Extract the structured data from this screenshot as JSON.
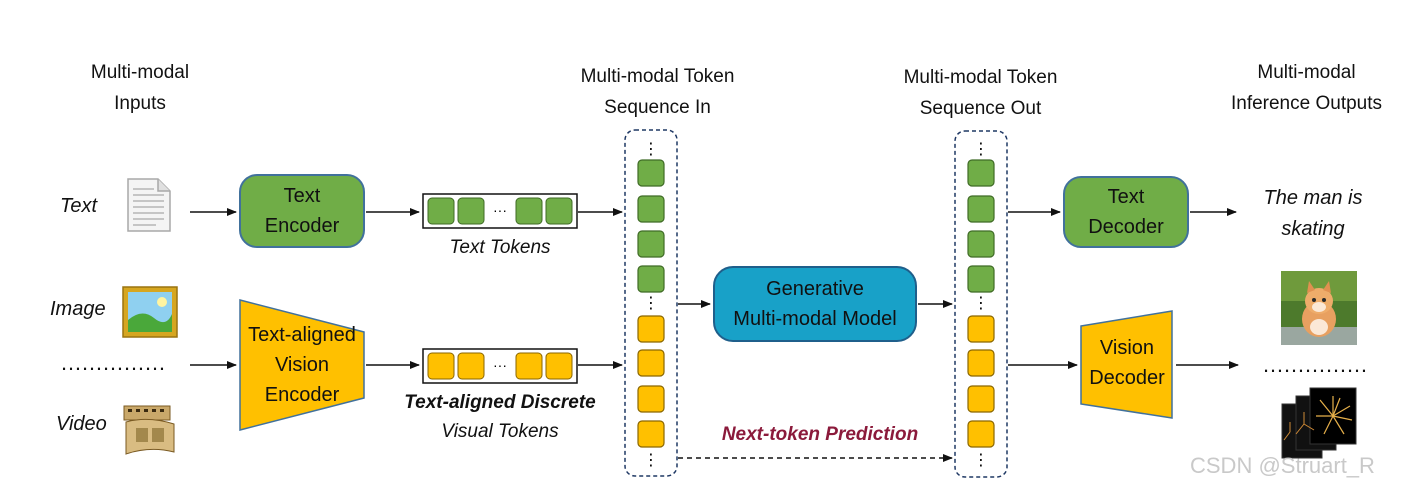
{
  "columns": {
    "inputs": [
      "Multi-modal",
      "Inputs"
    ],
    "seq_in": [
      "Multi-modal Token",
      "Sequence In"
    ],
    "seq_out": [
      "Multi-modal Token",
      "Sequence Out"
    ],
    "outputs": [
      "Multi-modal",
      "Inference Outputs"
    ]
  },
  "input_labels": {
    "text": "Text",
    "image": "Image",
    "dots": "……………",
    "video": "Video"
  },
  "encoders": {
    "text": [
      "Text",
      "Encoder"
    ],
    "vision": [
      "Text-aligned",
      "Vision",
      "Encoder"
    ]
  },
  "token_strips": {
    "ellipsis": "···",
    "text_caption": "Text Tokens",
    "visual_caption_bold": "Text-aligned Discrete",
    "visual_caption": "Visual Tokens"
  },
  "model": [
    "Generative",
    "Multi-modal Model"
  ],
  "decoders": {
    "text": [
      "Text",
      "Decoder"
    ],
    "vision": [
      "Vision",
      "Decoder"
    ]
  },
  "outputs": {
    "text": [
      "The man is",
      "skating"
    ],
    "dots": "……………"
  },
  "prediction_label": "Next-token Prediction",
  "watermark": "CSDN @Struart_R",
  "colors": {
    "text_token": "#70ad47",
    "visual_token": "#ffc000",
    "model": "#18a1c8",
    "prediction": "#8b1a3b"
  }
}
